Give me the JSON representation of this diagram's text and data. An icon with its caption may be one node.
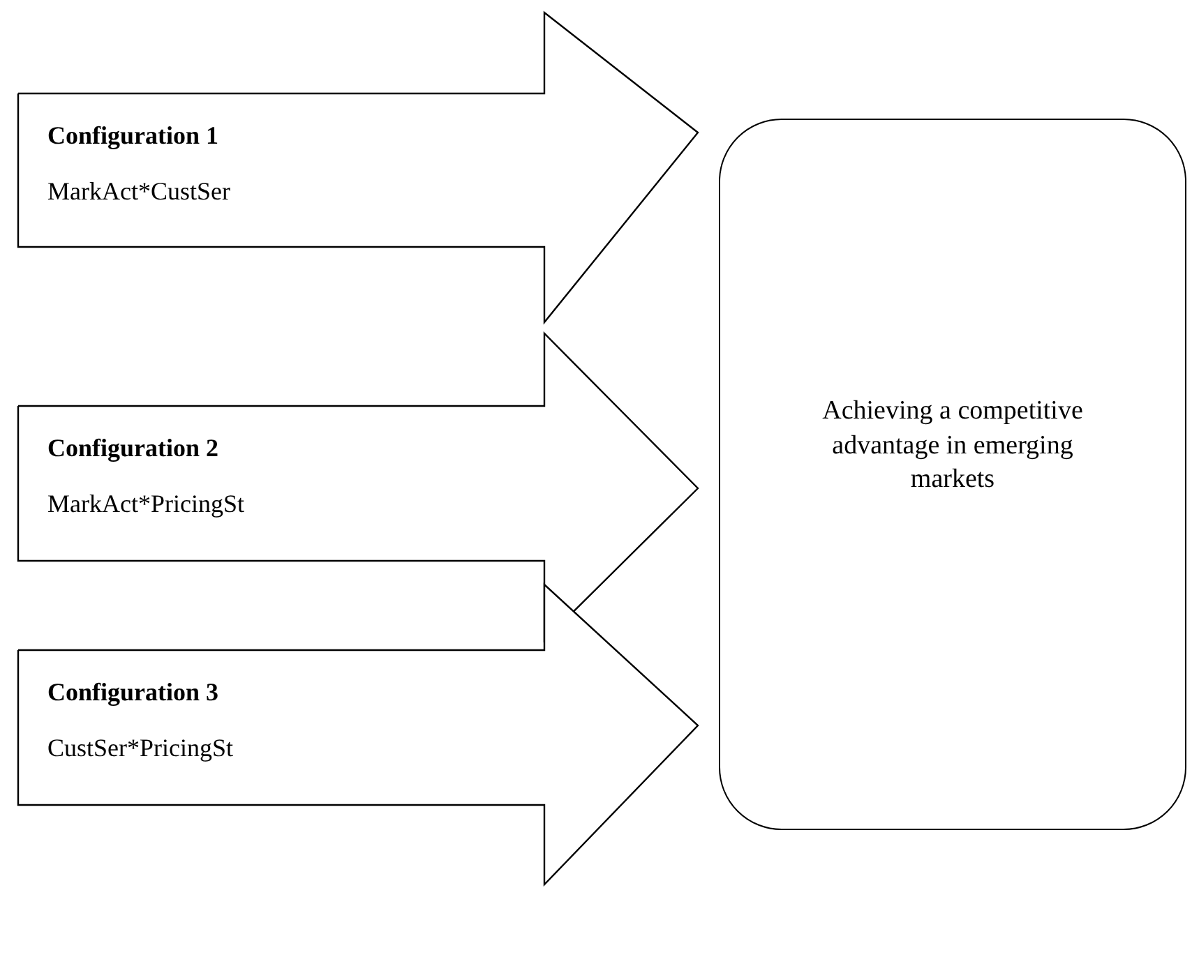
{
  "diagram": {
    "nodes": [
      {
        "text": [
          "Configuration 1",
          "MarkAct*CustSer"
        ]
      },
      {
        "text": [
          "Configuration 2",
          "MarkAct*PricingSt"
        ]
      },
      {
        "text": [
          "Configuration 3",
          "CustSer*PricingSt"
        ]
      },
      {
        "text": [
          "Achieving a competitive advantage in emerging markets"
        ]
      }
    ]
  }
}
